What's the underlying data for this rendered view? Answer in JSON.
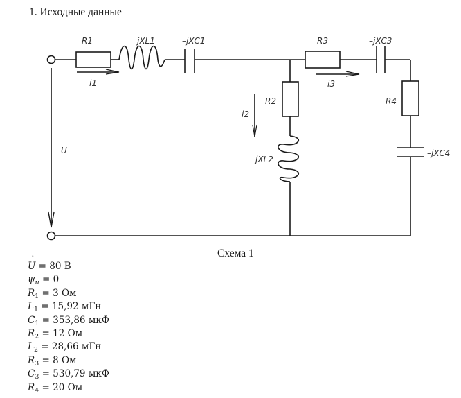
{
  "heading": "1. Исходные данные",
  "schematic": {
    "labels": {
      "R1": "R1",
      "XL1": "jXL1",
      "XC1": "–jXC1",
      "R3": "R3",
      "XC3": "–jXC3",
      "R2": "R2",
      "XL2": "jXL2",
      "R4": "R4",
      "XC4": "–jXC4",
      "i1": "i1",
      "i2": "i2",
      "i3": "i3",
      "U": "U"
    },
    "line_color": "#1a1a1a"
  },
  "caption": "Схема 1",
  "parameters": [
    {
      "symbol": "U",
      "sub": "",
      "dot": true,
      "rest": " = 80 В"
    },
    {
      "symbol": "ψ",
      "sub": "u",
      "dot": false,
      "rest": " = 0"
    },
    {
      "symbol": "R",
      "sub": "1",
      "dot": false,
      "rest": " = 3 Ом"
    },
    {
      "symbol": "L",
      "sub": "1",
      "dot": false,
      "rest": " = 15,92 мГн"
    },
    {
      "symbol": "C",
      "sub": "1",
      "dot": false,
      "rest": " = 353,86 мкФ"
    },
    {
      "symbol": "R",
      "sub": "2",
      "dot": false,
      "rest": " = 12 Ом"
    },
    {
      "symbol": "L",
      "sub": "2",
      "dot": false,
      "rest": " = 28,66 мГн"
    },
    {
      "symbol": "R",
      "sub": "3",
      "dot": false,
      "rest": " = 8 Ом"
    },
    {
      "symbol": "C",
      "sub": "3",
      "dot": false,
      "rest": " = 530,79 мкФ"
    },
    {
      "symbol": "R",
      "sub": "4",
      "dot": false,
      "rest": " = 20 Ом"
    }
  ]
}
